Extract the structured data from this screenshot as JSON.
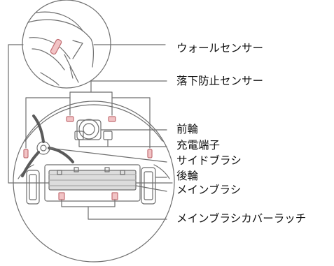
{
  "labels": {
    "wall_sensor": "ウォールセンサー",
    "cliff_sensor": "落下防止センサー",
    "front_wheel": "前輪",
    "charging_contacts": "充電端子",
    "side_brush": "サイドブラシ",
    "rear_wheel": "後輪",
    "main_brush": "メインブラシ",
    "main_brush_cover_latch": "メインブラシカバーラッチ"
  },
  "colors": {
    "line": "#6e6e6e",
    "sensor_fill": "#f2c3c5",
    "sensor_stroke": "#c26f74",
    "brush_fill": "#dcdcdc",
    "text": "#111111"
  }
}
